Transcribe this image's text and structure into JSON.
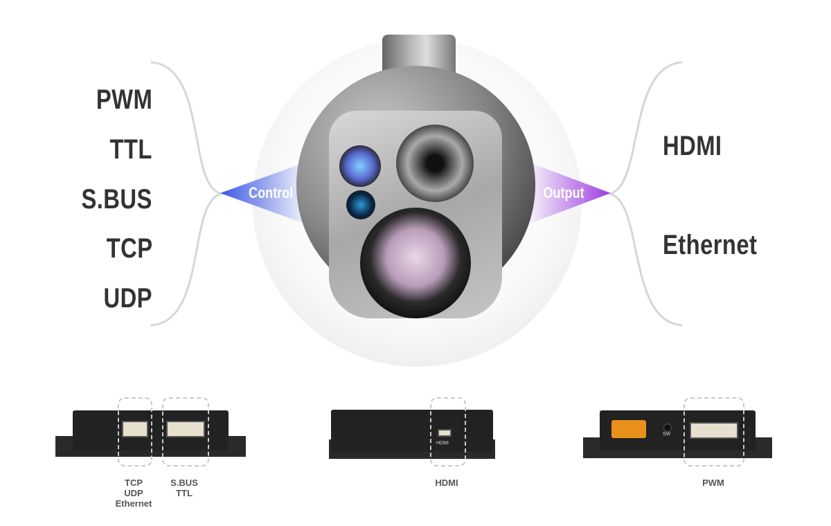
{
  "control": {
    "label": "Control",
    "items": [
      "PWM",
      "TTL",
      "S.BUS",
      "TCP",
      "UDP"
    ],
    "color": "#3b55e6"
  },
  "output": {
    "label": "Output",
    "items": [
      "HDMI",
      "Ethernet"
    ],
    "color": "#9b3be0"
  },
  "devices": [
    {
      "ports": [
        [
          "TCP",
          "UDP",
          "Ethernet"
        ],
        [
          "S.BUS",
          "TTL"
        ]
      ]
    },
    {
      "ports": [
        [
          "HDMI"
        ]
      ],
      "port_text": "HDMI"
    },
    {
      "ports": [
        [
          "PWM"
        ]
      ],
      "switch_text": "SW"
    }
  ]
}
